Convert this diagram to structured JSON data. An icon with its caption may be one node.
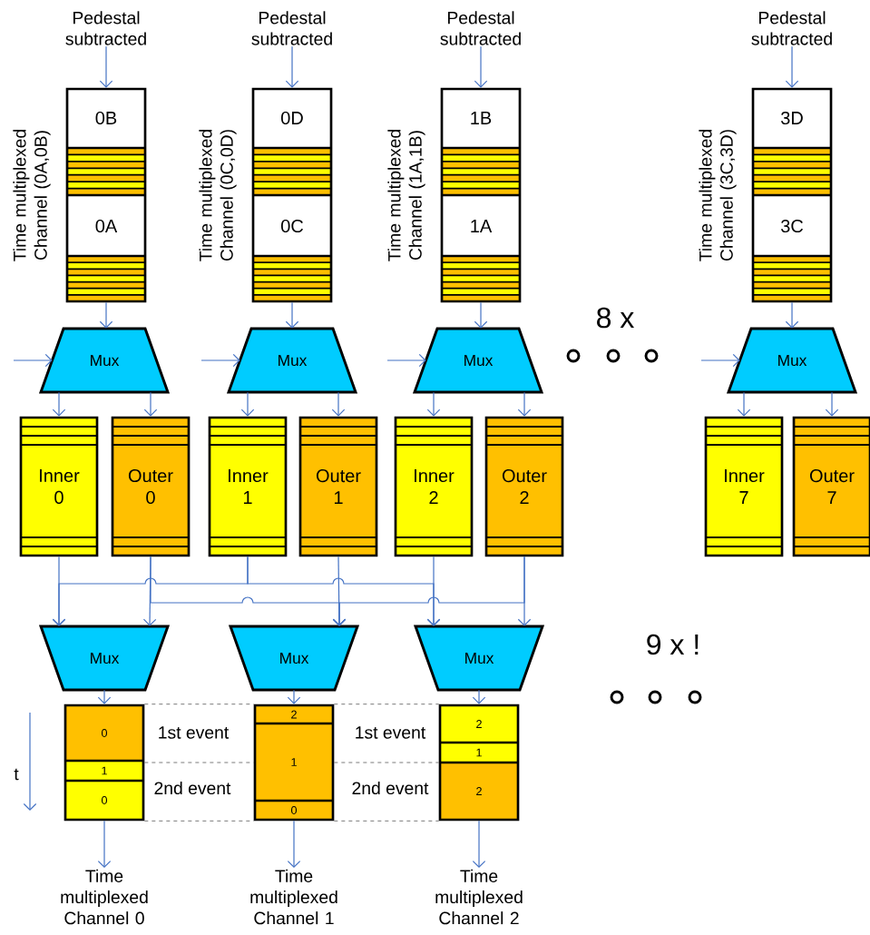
{
  "diagram": {
    "nodes": [
      {
        "text": [
          "Pedestal subtracted"
        ]
      },
      {
        "text": [
          "Pedestal subtracted"
        ]
      },
      {
        "text": [
          "Pedestal subtracted"
        ]
      },
      {
        "text": [
          "Pedestal subtracted"
        ]
      },
      {
        "text": [
          "0B",
          "0A"
        ],
        "beside": [
          "Time multiplexed Channel (0A,0B)"
        ]
      },
      {
        "text": [
          "0D",
          "0C"
        ],
        "beside": [
          "Time multiplexed Channel (0C,0D)"
        ]
      },
      {
        "text": [
          "1B",
          "1A"
        ],
        "beside": [
          "Time multiplexed Channel (1A,1B)"
        ]
      },
      {
        "text": [
          "3D",
          "3C"
        ],
        "beside": [
          "Time multiplexed Channel (3C,3D)"
        ]
      },
      {
        "text": [
          "Mux"
        ]
      },
      {
        "text": [
          "Mux"
        ]
      },
      {
        "text": [
          "Mux"
        ]
      },
      {
        "text": [
          "Mux"
        ]
      },
      {
        "text": [
          "Inner 0"
        ]
      },
      {
        "text": [
          "Outer 0"
        ]
      },
      {
        "text": [
          "Inner 1"
        ]
      },
      {
        "text": [
          "Outer 1"
        ]
      },
      {
        "text": [
          "Inner 2"
        ]
      },
      {
        "text": [
          "Outer 2"
        ]
      },
      {
        "text": [
          "Inner 7"
        ]
      },
      {
        "text": [
          "Outer 7"
        ]
      },
      {
        "text": [
          "Mux"
        ]
      },
      {
        "text": [
          "Mux"
        ]
      },
      {
        "text": [
          "Mux"
        ]
      },
      {
        "text": [
          "0",
          "1",
          "0"
        ]
      },
      {
        "text": [
          "2",
          "1",
          "0"
        ]
      },
      {
        "text": [
          "2",
          "1",
          "2"
        ]
      },
      {
        "text": [
          "Time multiplexed Channel 0"
        ]
      },
      {
        "text": [
          "Time multiplexed Channel 1"
        ]
      },
      {
        "text": [
          "Time multiplexed Channel 2"
        ]
      }
    ],
    "edges": [
      {
        "from": 0,
        "to": 4,
        "arrow": "to"
      },
      {
        "from": 1,
        "to": 5,
        "arrow": "to"
      },
      {
        "from": 2,
        "to": 6,
        "arrow": "to"
      },
      {
        "from": 3,
        "to": 7,
        "arrow": "to"
      },
      {
        "from": 4,
        "to": 8,
        "arrow": "to"
      },
      {
        "from": 5,
        "to": 9,
        "arrow": "to"
      },
      {
        "from": 6,
        "to": 10,
        "arrow": "to"
      },
      {
        "from": 7,
        "to": 11,
        "arrow": "to"
      },
      {
        "from": null,
        "to": 8,
        "arrow": "to"
      },
      {
        "from": null,
        "to": 9,
        "arrow": "to"
      },
      {
        "from": null,
        "to": 10,
        "arrow": "to"
      },
      {
        "from": null,
        "to": 11,
        "arrow": "to"
      },
      {
        "from": 8,
        "to": 12,
        "arrow": "to"
      },
      {
        "from": 8,
        "to": 13,
        "arrow": "to"
      },
      {
        "from": 9,
        "to": 14,
        "arrow": "to"
      },
      {
        "from": 9,
        "to": 15,
        "arrow": "to"
      },
      {
        "from": 10,
        "to": 16,
        "arrow": "to"
      },
      {
        "from": 10,
        "to": 17,
        "arrow": "to"
      },
      {
        "from": 11,
        "to": 18,
        "arrow": "to"
      },
      {
        "from": 11,
        "to": 19,
        "arrow": "to"
      },
      {
        "from": 12,
        "to": 20,
        "arrow": "to"
      },
      {
        "from": 13,
        "to": 20,
        "arrow": "to"
      },
      {
        "from": 14,
        "to": 20,
        "arrow": "to"
      },
      {
        "from": 13,
        "to": 21,
        "arrow": "to"
      },
      {
        "from": 15,
        "to": 21,
        "arrow": "to"
      },
      {
        "from": 17,
        "to": 21,
        "arrow": "to"
      },
      {
        "from": 14,
        "to": 22,
        "arrow": "to"
      },
      {
        "from": 16,
        "to": 22,
        "arrow": "to"
      },
      {
        "from": 17,
        "to": 22,
        "arrow": "to"
      },
      {
        "from": 20,
        "to": 23,
        "arrow": "to"
      },
      {
        "from": 21,
        "to": 24,
        "arrow": "to"
      },
      {
        "from": 22,
        "to": 25,
        "arrow": "to"
      },
      {
        "from": 23,
        "to": 26,
        "arrow": "to"
      },
      {
        "from": 24,
        "to": 27,
        "arrow": "to"
      },
      {
        "from": 25,
        "to": 28,
        "arrow": "to"
      },
      {
        "from": 23,
        "to": 24,
        "arrow": "none",
        "style": "dashed",
        "color": "#595959"
      },
      {
        "from": 23,
        "to": 24,
        "arrow": "none",
        "style": "dashed",
        "color": "#595959"
      },
      {
        "from": 23,
        "to": 24,
        "arrow": "none",
        "style": "dashed",
        "color": "#595959"
      },
      {
        "from": 24,
        "to": 25,
        "arrow": "none",
        "style": "dashed",
        "color": "#595959"
      },
      {
        "from": 24,
        "to": 25,
        "arrow": "none",
        "style": "dashed",
        "color": "#595959"
      },
      {
        "from": 24,
        "to": 25,
        "arrow": "none",
        "style": "dashed",
        "color": "#595959"
      }
    ],
    "labels": [
      "8 x",
      "9 x !",
      "1st event",
      "1st event",
      "t",
      "2nd event",
      "2nd event"
    ]
  }
}
